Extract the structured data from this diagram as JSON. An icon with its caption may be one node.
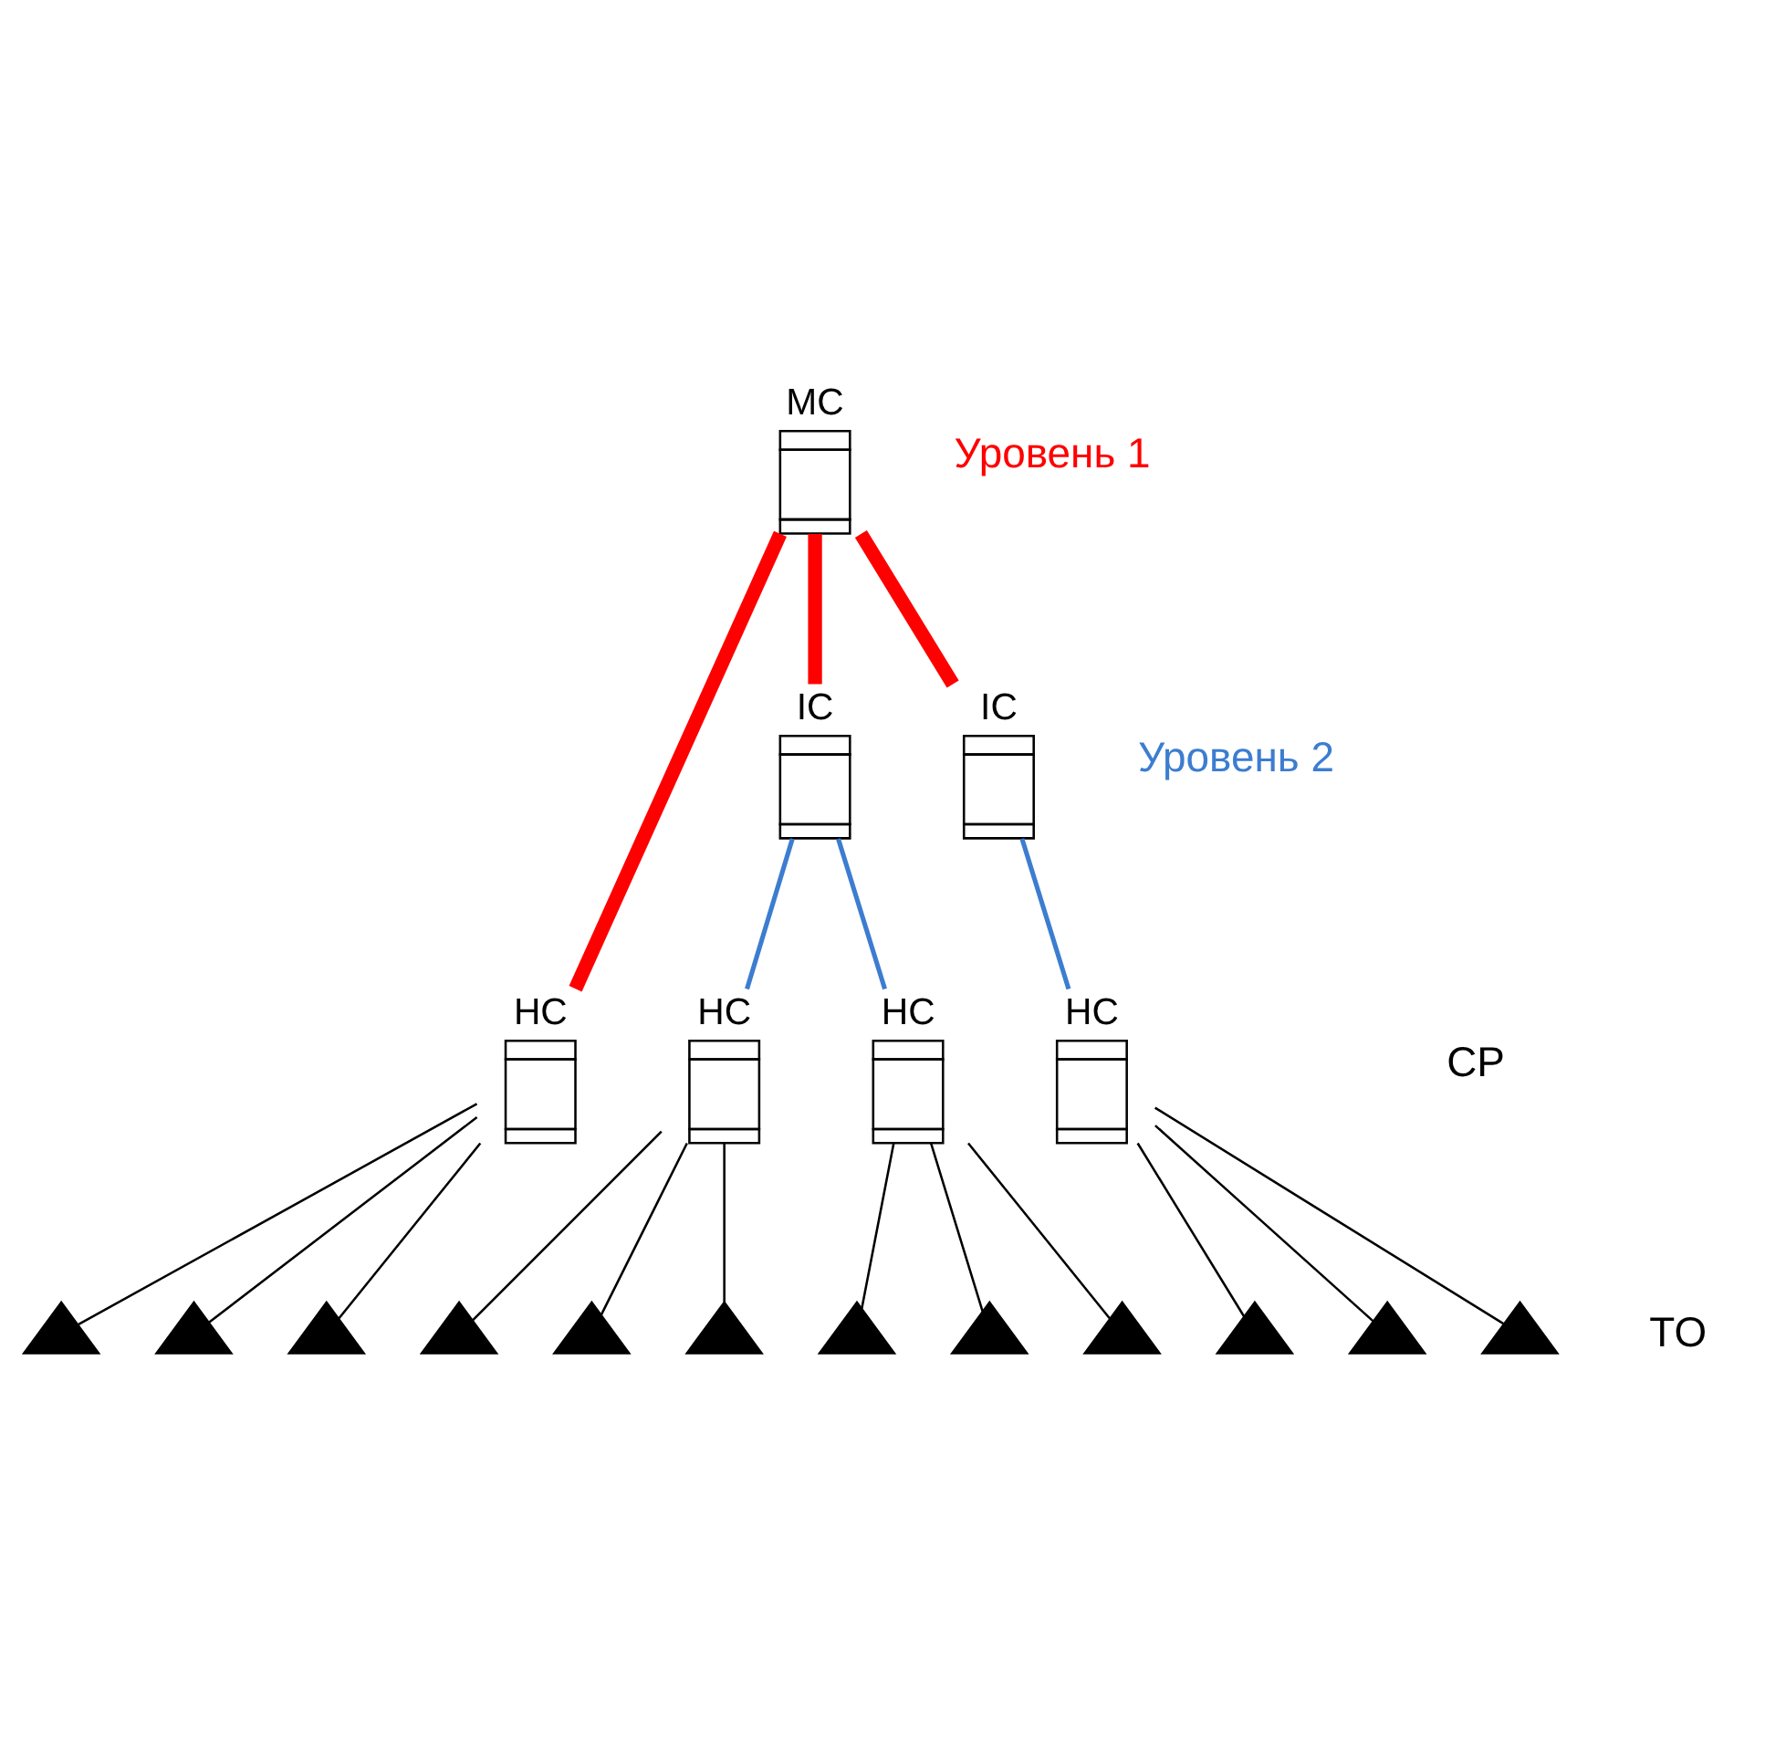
{
  "diagram": {
    "nodes": [
      {
        "text": [
          "MC"
        ]
      },
      {
        "text": [
          "IC"
        ]
      },
      {
        "text": [
          "IC"
        ]
      },
      {
        "text": [
          "HC"
        ]
      },
      {
        "text": [
          "HC"
        ]
      },
      {
        "text": [
          "HC"
        ]
      },
      {
        "text": [
          "HC"
        ]
      },
      {
        "text": [],
        "shape": "triangle"
      },
      {
        "text": [],
        "shape": "triangle"
      },
      {
        "text": [],
        "shape": "triangle"
      },
      {
        "text": [],
        "shape": "triangle"
      },
      {
        "text": [],
        "shape": "triangle"
      },
      {
        "text": [],
        "shape": "triangle"
      },
      {
        "text": [],
        "shape": "triangle"
      },
      {
        "text": [],
        "shape": "triangle"
      },
      {
        "text": [],
        "shape": "triangle"
      },
      {
        "text": [],
        "shape": "triangle"
      },
      {
        "text": [],
        "shape": "triangle"
      },
      {
        "text": [],
        "shape": "triangle"
      }
    ],
    "edges": [
      {
        "from": 0,
        "to": 3,
        "arrow": "none",
        "style": "thick",
        "color": "#ff0000"
      },
      {
        "from": 0,
        "to": 1,
        "arrow": "none",
        "style": "thick",
        "color": "#ff0000"
      },
      {
        "from": 0,
        "to": 2,
        "arrow": "none",
        "style": "thick",
        "color": "#ff0000"
      },
      {
        "from": 1,
        "to": 4,
        "arrow": "none",
        "color": "#3c7dd0"
      },
      {
        "from": 1,
        "to": 5,
        "arrow": "none",
        "color": "#3c7dd0"
      },
      {
        "from": 2,
        "to": 6,
        "arrow": "none",
        "color": "#3c7dd0"
      },
      {
        "from": 3,
        "to": 7,
        "arrow": "none"
      },
      {
        "from": 3,
        "to": 8,
        "arrow": "none"
      },
      {
        "from": 3,
        "to": 9,
        "arrow": "none"
      },
      {
        "from": 4,
        "to": 10,
        "arrow": "none"
      },
      {
        "from": 4,
        "to": 11,
        "arrow": "none"
      },
      {
        "from": 4,
        "to": 12,
        "arrow": "none"
      },
      {
        "from": 5,
        "to": 13,
        "arrow": "none"
      },
      {
        "from": 5,
        "to": 14,
        "arrow": "none"
      },
      {
        "from": 5,
        "to": 15,
        "arrow": "none"
      },
      {
        "from": 6,
        "to": 16,
        "arrow": "none"
      },
      {
        "from": 6,
        "to": 17,
        "arrow": "none"
      },
      {
        "from": 6,
        "to": 18,
        "arrow": "none"
      }
    ],
    "labels": [
      "Уровень 1",
      "Уровень 2",
      "CP",
      "TO"
    ]
  }
}
